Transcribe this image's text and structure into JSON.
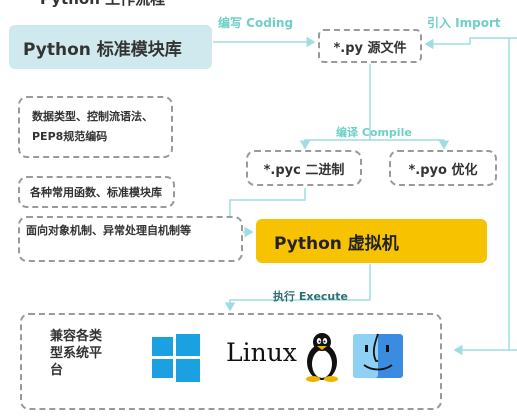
{
  "header": {
    "title": "Python 工作流程"
  },
  "stdlib": {
    "label": "Python 标准模块库"
  },
  "source_file": {
    "label": "*.py 源文件"
  },
  "arrows": {
    "coding": "编写 Coding",
    "import": "引入 Import",
    "compile": "编译 Compile",
    "execute": "执行 Execute"
  },
  "stdlib_features": [
    "数据类型、控制流语法、PEP8规范编码",
    "各种常用函数、标准模块库",
    "面向对象机制、异常处理自机制等"
  ],
  "bytecode": {
    "pyc": "*.pyc 二进制",
    "pyo": "*.pyo 优化"
  },
  "vm": {
    "label": "Python 虚拟机"
  },
  "platforms": {
    "label": "兼容各类型系统平台",
    "items": [
      "windows-logo",
      "Linux",
      "tux-penguin-logo",
      "mac-finder-logo"
    ],
    "linux_text": "Linux"
  },
  "colors": {
    "stdlib_bg": "#cfe9ee",
    "vm_bg": "#f7c200",
    "arrow": "#9fdde0",
    "label_green": "#6fd0c6",
    "windows_blue": "#1ba1e2"
  }
}
